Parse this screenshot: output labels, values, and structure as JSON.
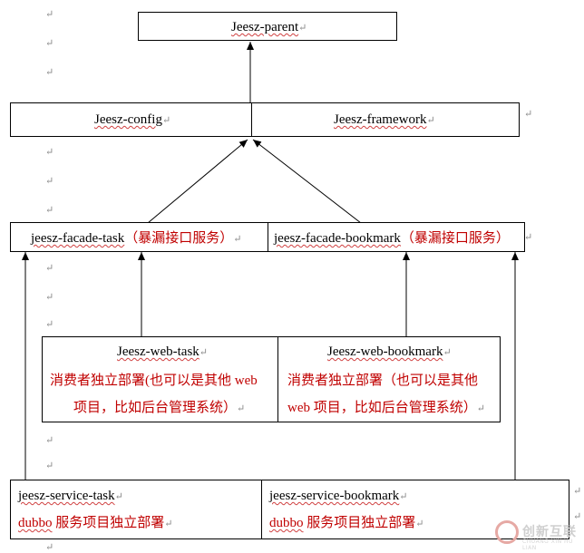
{
  "nodes": {
    "parent": {
      "label": "Jeesz-parent"
    },
    "config": {
      "label": "Jeesz-config"
    },
    "framework": {
      "label": "Jeesz-framework"
    },
    "facade_task": {
      "label": "jeesz-facade-task",
      "note": "（暴漏接口服务）"
    },
    "facade_bookmark": {
      "label": "jeesz-facade-bookmark",
      "note": "（暴漏接口服务）"
    },
    "web_task": {
      "label": "Jeesz-web-task",
      "desc_line1": "消费者独立部署(也可以是其他 web",
      "desc_line2": "项目，比如后台管理系统）"
    },
    "web_bookmark": {
      "label": "Jeesz-web-bookmark",
      "desc_line1": "消费者独立部署（也可以是其他",
      "desc_line2": "web 项目，比如后台管理系统）"
    },
    "service_task": {
      "label": "jeesz-service-task",
      "desc_prefix": "dubbo",
      "desc": " 服务项目独立部署"
    },
    "service_bookmark": {
      "label": "jeesz-service-bookmark",
      "desc_prefix": "dubbo",
      "desc": " 服务项目独立部署"
    }
  },
  "paragraph_mark": "↵",
  "watermark": {
    "text_cn": "创新互联",
    "text_en": "CHUANG XIN HU LIAN"
  },
  "colors": {
    "note_red": "#c00000",
    "border": "#000000"
  }
}
